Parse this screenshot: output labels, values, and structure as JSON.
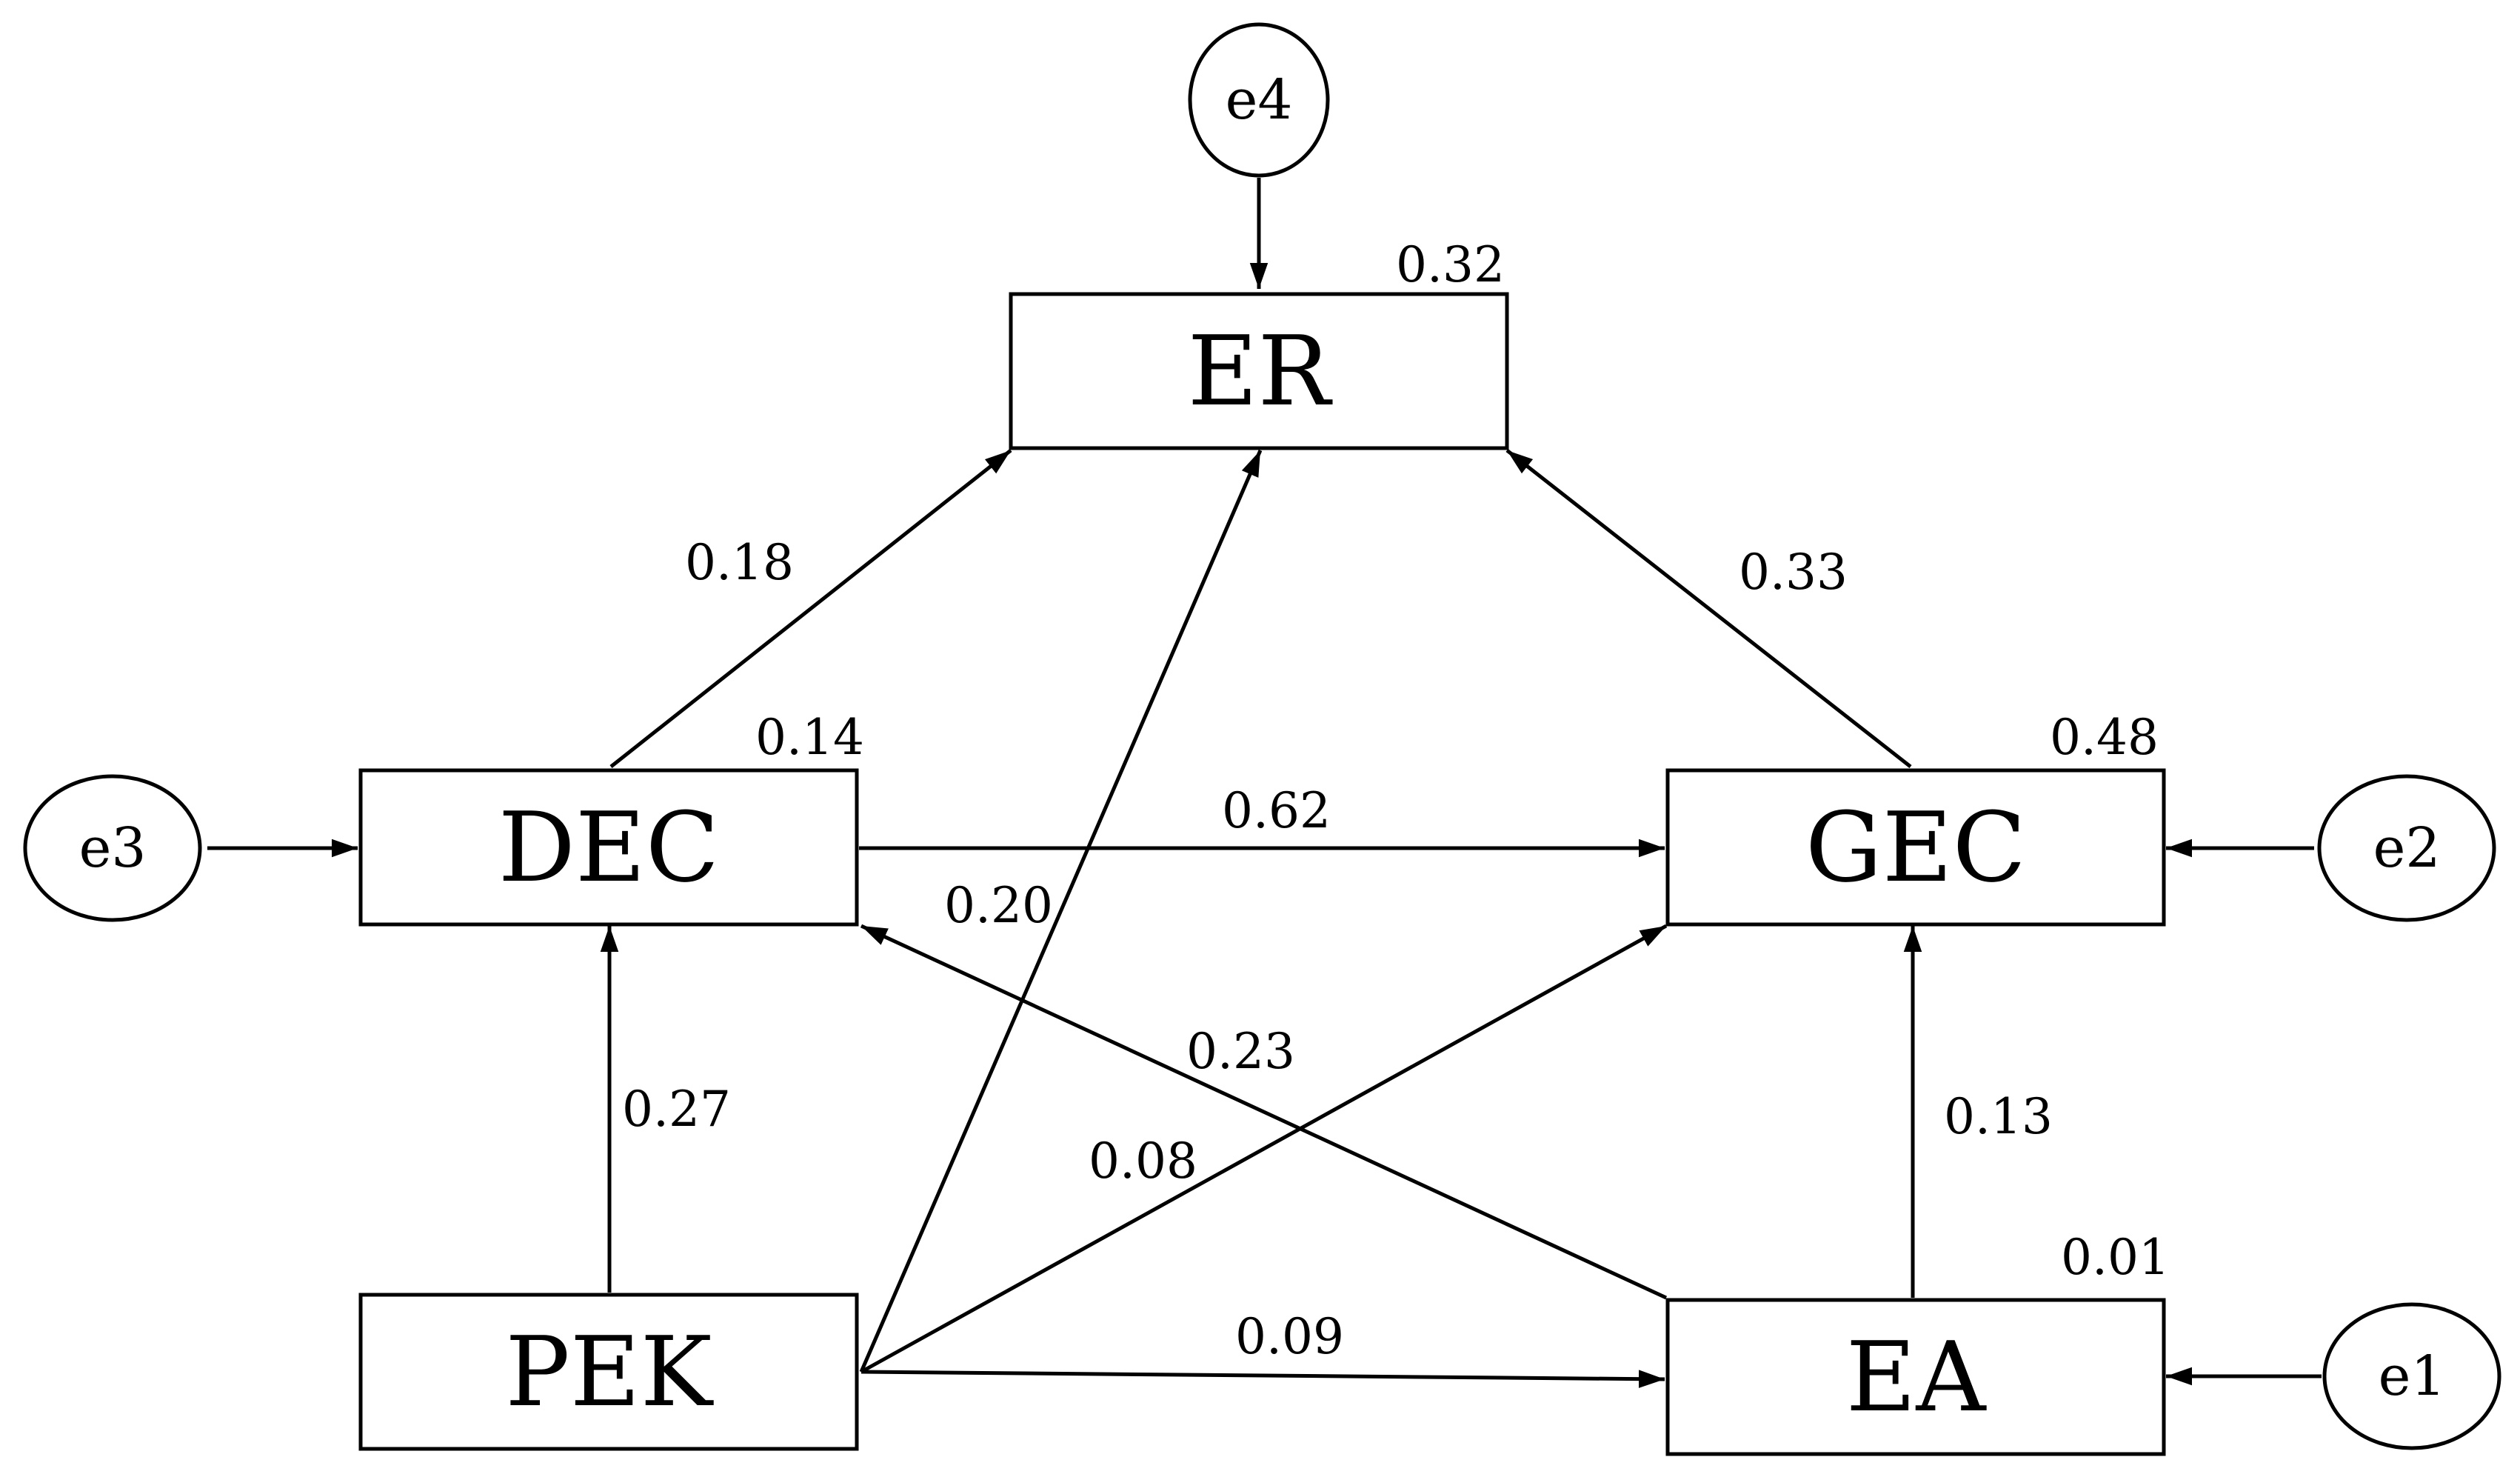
{
  "nodes": {
    "ER": "ER",
    "DEC": "DEC",
    "GEC": "GEC",
    "PEK": "PEK",
    "EA": "EA"
  },
  "errors": {
    "e1": "e1",
    "e2": "e2",
    "e3": "e3",
    "e4": "e4"
  },
  "r_squared": {
    "ER": "0.32",
    "DEC": "0.14",
    "GEC": "0.48",
    "EA": "0.01"
  },
  "paths": {
    "DEC_ER": "0.18",
    "PEK_ER": "0.20",
    "GEC_ER": "0.33",
    "DEC_GEC": "0.62",
    "PEK_DEC": "0.27",
    "EA_DEC": "0.23",
    "PEK_GEC": "0.08",
    "EA_GEC": "0.13",
    "PEK_EA": "0.09"
  },
  "colors": {
    "stroke": "#000000",
    "background": "#ffffff"
  }
}
